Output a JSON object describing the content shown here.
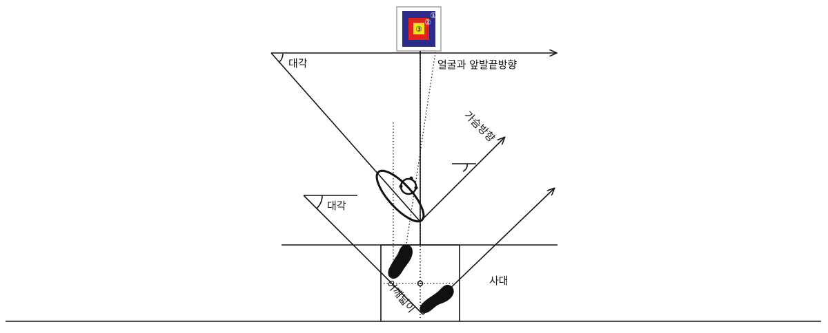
{
  "labels": {
    "diagonal_angle_top": "대각",
    "diagonal_angle_mid": "대각",
    "face_and_toe_direction": "얼굴과 앞발끝방향",
    "chest_direction": "가슴방향",
    "diagonal_stance": "사대",
    "shoulder_width": "어깨넓이"
  },
  "target": {
    "rings": [
      "①",
      "②",
      "③"
    ],
    "colors": {
      "outer": "#2a2a8a",
      "middle": "#e0241b",
      "inner": "#f2e21a",
      "frame": "#ffffff",
      "border": "#888888"
    }
  },
  "colors": {
    "line": "#111111",
    "background": "#ffffff"
  }
}
